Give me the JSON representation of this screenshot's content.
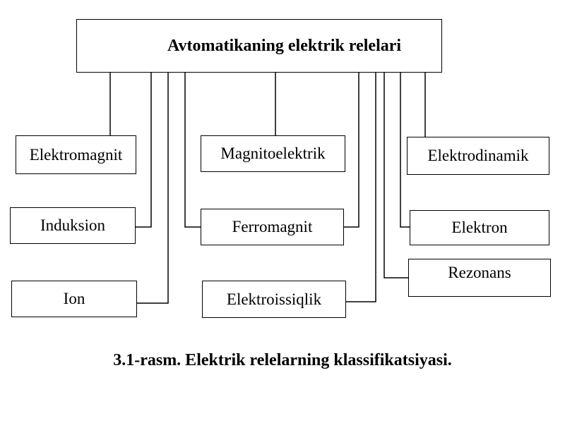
{
  "diagram": {
    "root": "Avtomatikaning elektrik relelari",
    "children": {
      "elektromagnit": "Elektromagnit",
      "induksion": "Induksion",
      "ion": "Ion",
      "magnitoelektrik": "Magnitoelektrik",
      "ferromagnit": "Ferromagnit",
      "elektroissiqlik": "Elektroissiqlik",
      "elektrodinamik": "Elektrodinamik",
      "elektron": "Elektron",
      "rezonans": "Rezonans"
    }
  },
  "caption": "3.1-rasm. Elektrik relelarning klassifikatsiyasi.",
  "colors": {
    "line": "#000000",
    "background": "#ffffff"
  }
}
